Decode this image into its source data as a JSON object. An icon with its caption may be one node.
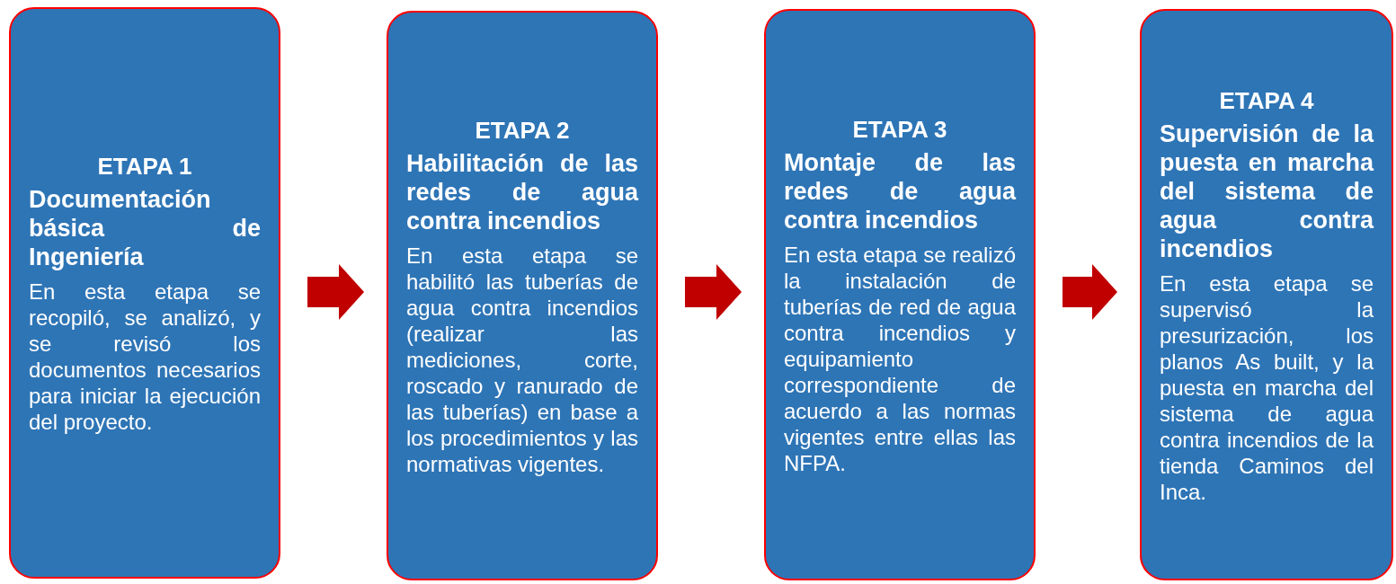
{
  "diagram": {
    "nodes": [
      {
        "text": [
          "ETAPA 1",
          "Documentación básica de Ingeniería",
          "En esta etapa se recopiló, se analizó, y se revisó los documentos necesarios para iniciar la ejecución del proyecto."
        ]
      },
      {
        "text": [
          "ETAPA 2",
          "Habilitación de las redes de agua contra incendios",
          "En esta etapa se habilitó las tuberías de agua contra incendios (realizar las mediciones, corte, roscado y ranurado de las tuberías) en base a los procedimientos y las normativas vigentes."
        ]
      },
      {
        "text": [
          "ETAPA 3",
          "Montaje de las redes de agua contra incendios",
          "En esta etapa se realizó la instalación de tuberías de red de agua contra incendios y equipamiento correspondiente de acuerdo a las normas vigentes entre ellas las NFPA."
        ]
      },
      {
        "text": [
          "ETAPA 4",
          "Supervisión de la puesta en marcha del sistema de agua contra incendios",
          "En esta etapa se supervisó la presurización, los planos As built, y la puesta en marcha del sistema de agua contra incendios de la tienda Caminos del Inca."
        ]
      }
    ],
    "edges": [
      {
        "from": 0,
        "to": 1,
        "arrow": "to"
      },
      {
        "from": 1,
        "to": 2,
        "arrow": "to"
      },
      {
        "from": 2,
        "to": 3,
        "arrow": "to"
      }
    ]
  }
}
